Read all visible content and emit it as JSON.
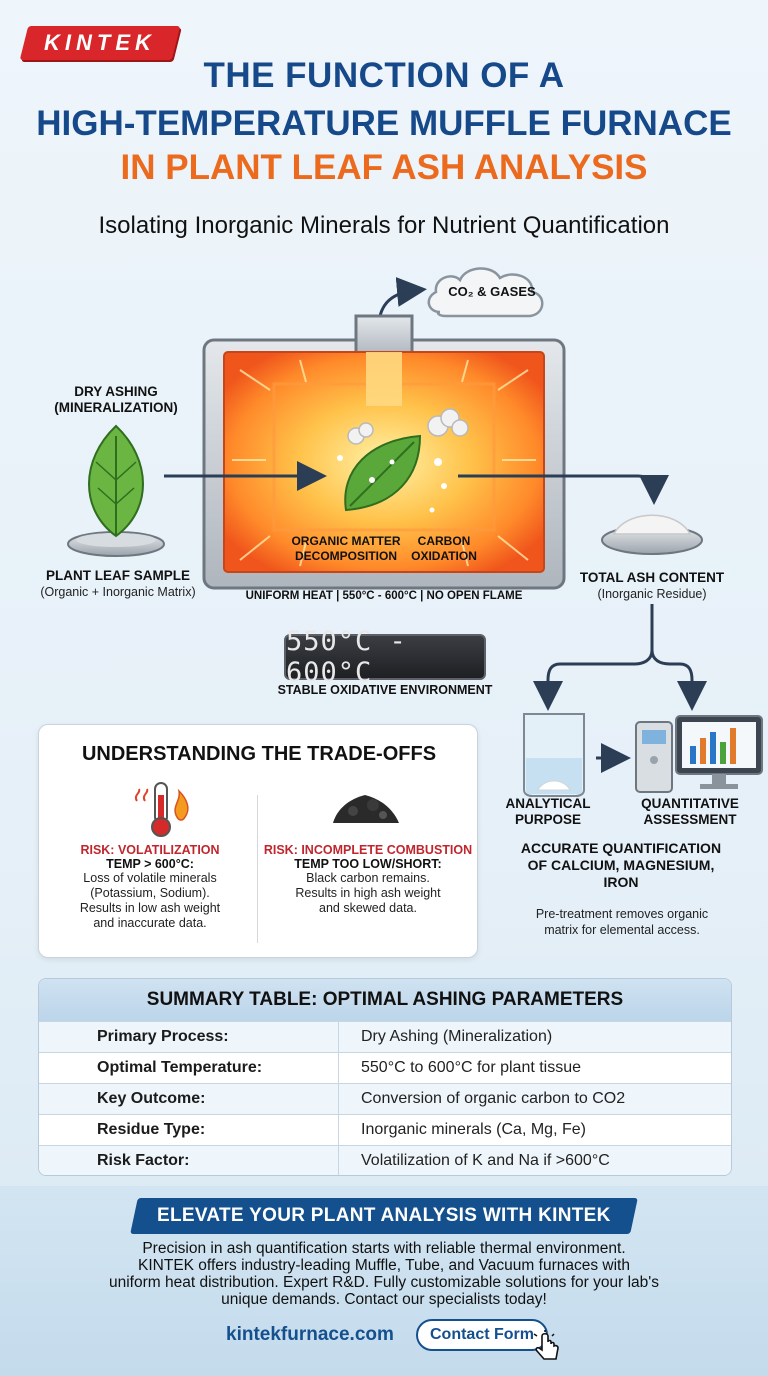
{
  "brand": {
    "logo_text": "KINTEK"
  },
  "header": {
    "title_line1": "THE FUNCTION OF A",
    "title_line2": "HIGH-TEMPERATURE MUFFLE FURNACE",
    "title_line3": "IN PLANT LEAF ASH ANALYSIS",
    "subtitle": "Isolating Inorganic Minerals for Nutrient Quantification"
  },
  "diagram": {
    "gases_label": "CO₂ & GASES",
    "dry_ashing_line1": "DRY ASHING",
    "dry_ashing_line2": "(MINERALIZATION)",
    "sample_title": "PLANT LEAF SAMPLE",
    "sample_sub": "(Organic + Inorganic Matrix)",
    "organic_line1": "ORGANIC MATTER",
    "organic_line2": "DECOMPOSITION",
    "carbon_line1": "CARBON",
    "carbon_line2": "OXIDATION",
    "uniform_heat": "UNIFORM HEAT | 550°C - 600°C | NO OPEN FLAME",
    "ash_title": "TOTAL ASH CONTENT",
    "ash_sub": "(Inorganic Residue)",
    "display_temp": "550°C - 600°C",
    "stable_env": "STABLE OXIDATIVE ENVIRONMENT",
    "analytical_line1": "ANALYTICAL",
    "analytical_line2": "PURPOSE",
    "quant_line1": "QUANTITATIVE",
    "quant_line2": "ASSESSMENT",
    "accurate_line1": "ACCURATE QUANTIFICATION",
    "accurate_line2": "OF CALCIUM, MAGNESIUM,",
    "accurate_line3": "IRON",
    "pretreat_line1": "Pre-treatment removes organic",
    "pretreat_line2": "matrix for elemental access."
  },
  "tradeoffs": {
    "title": "UNDERSTANDING THE TRADE-OFFS",
    "left": {
      "risk": "RISK: VOLATILIZATION",
      "condition": "TEMP > 600°C:",
      "body": [
        "Loss of volatile minerals",
        "(Potassium, Sodium).",
        "Results in low ash weight",
        "and inaccurate data."
      ]
    },
    "right": {
      "risk": "RISK: INCOMPLETE COMBUSTION",
      "condition": "TEMP TOO LOW/SHORT:",
      "body": [
        "Black carbon remains.",
        "Results in high ash weight",
        "and skewed data."
      ]
    }
  },
  "summary": {
    "title": "SUMMARY TABLE: OPTIMAL ASHING PARAMETERS",
    "rows": [
      {
        "key": "Primary Process:",
        "value": "Dry Ashing (Mineralization)"
      },
      {
        "key": "Optimal Temperature:",
        "value": "550°C to 600°C for plant tissue"
      },
      {
        "key": "Key Outcome:",
        "value": "Conversion of organic carbon to CO2"
      },
      {
        "key": "Residue Type:",
        "value": "Inorganic minerals (Ca, Mg, Fe)"
      },
      {
        "key": "Risk Factor:",
        "value": "Volatilization of K and Na if >600°C"
      }
    ]
  },
  "footer": {
    "banner": "ELEVATE YOUR PLANT ANALYSIS WITH KINTEK",
    "text_lines": [
      "Precision in ash quantification starts with reliable thermal environment.",
      "KINTEK offers industry-leading Muffle, Tube, and Vacuum furnaces with",
      "uniform heat distribution. Expert R&D. Fully customizable solutions for your lab's",
      "unique demands. Contact our specialists today!"
    ],
    "website": "kintekfurnace.com",
    "contact_button": "Contact Form"
  }
}
